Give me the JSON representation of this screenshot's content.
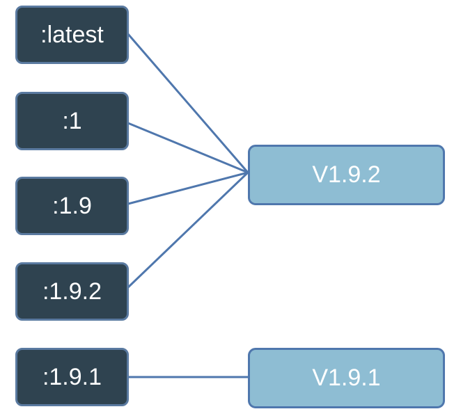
{
  "tags": [
    {
      "label": ":latest",
      "target": "V1.9.2"
    },
    {
      "label": ":1",
      "target": "V1.9.2"
    },
    {
      "label": ":1.9",
      "target": "V1.9.2"
    },
    {
      "label": ":1.9.2",
      "target": "V1.9.2"
    },
    {
      "label": ":1.9.1",
      "target": "V1.9.1"
    }
  ],
  "versions": [
    {
      "label": "V1.9.2"
    },
    {
      "label": "V1.9.1"
    }
  ],
  "colors": {
    "tag_fill": "#2f4350",
    "tag_border": "#5a7aa0",
    "version_fill": "#8ebdd3",
    "version_border": "#4f77ad",
    "connector": "#4f77ad",
    "text": "#ffffff"
  }
}
